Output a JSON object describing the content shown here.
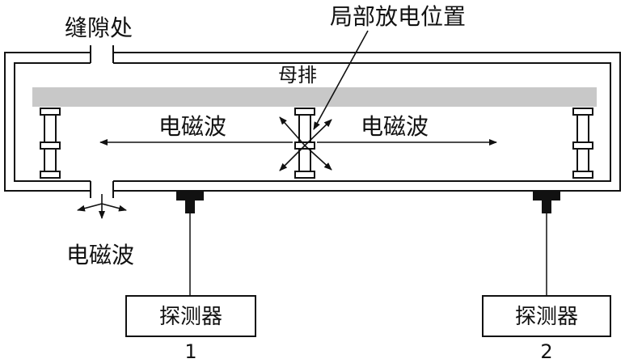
{
  "labels": {
    "gap": "缝隙处",
    "pd_location": "局部放电位置",
    "busbar": "母排",
    "em_wave_left": "电磁波",
    "em_wave_right": "电磁波",
    "em_wave_escape": "电磁波"
  },
  "detectors": [
    {
      "label": "探测器",
      "number": "1"
    },
    {
      "label": "探测器",
      "number": "2"
    }
  ],
  "colors": {
    "line": "#111111",
    "busbar": "#c8c8c8",
    "sensor": "#111111"
  }
}
